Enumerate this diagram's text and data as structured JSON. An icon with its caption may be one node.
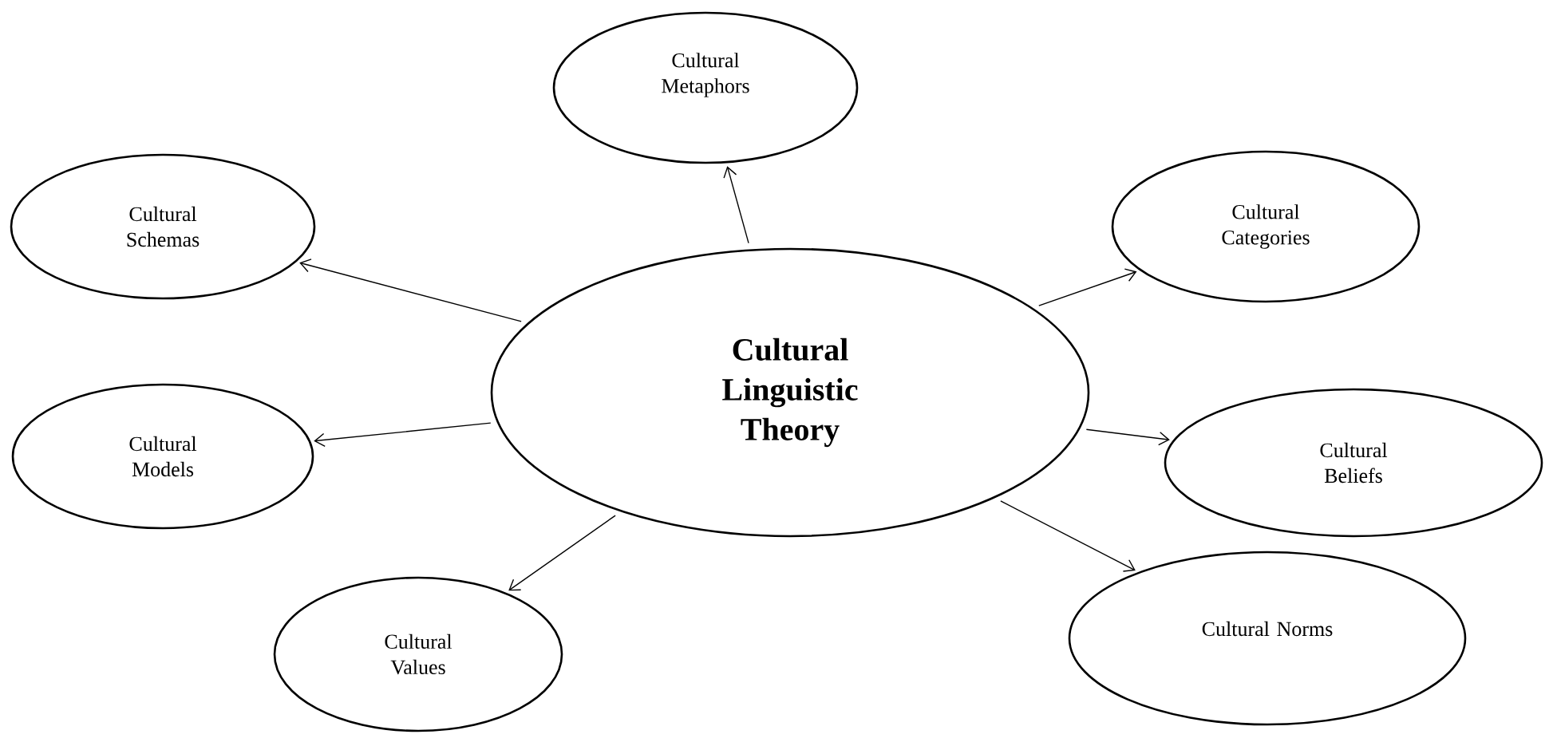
{
  "diagram": {
    "nodes": [
      {
        "text": [
          "Cultural Linguistic Theory"
        ]
      },
      {
        "text": [
          "Cultural Metaphors"
        ]
      },
      {
        "text": [
          "Cultural Schemas"
        ]
      },
      {
        "text": [
          "Cultural Categories"
        ]
      },
      {
        "text": [
          "Cultural Models"
        ]
      },
      {
        "text": [
          "Cultural Beliefs"
        ]
      },
      {
        "text": [
          "Cultural Values"
        ]
      },
      {
        "text": [
          "Cultural Norms"
        ]
      }
    ],
    "edges": [
      {
        "from": 0,
        "to": 1,
        "arrow": "to"
      },
      {
        "from": 0,
        "to": 2,
        "arrow": "to"
      },
      {
        "from": 0,
        "to": 3,
        "arrow": "to"
      },
      {
        "from": 0,
        "to": 4,
        "arrow": "to"
      },
      {
        "from": 0,
        "to": 5,
        "arrow": "to"
      },
      {
        "from": 0,
        "to": 6,
        "arrow": "to"
      },
      {
        "from": 0,
        "to": 7,
        "arrow": "to"
      }
    ]
  }
}
